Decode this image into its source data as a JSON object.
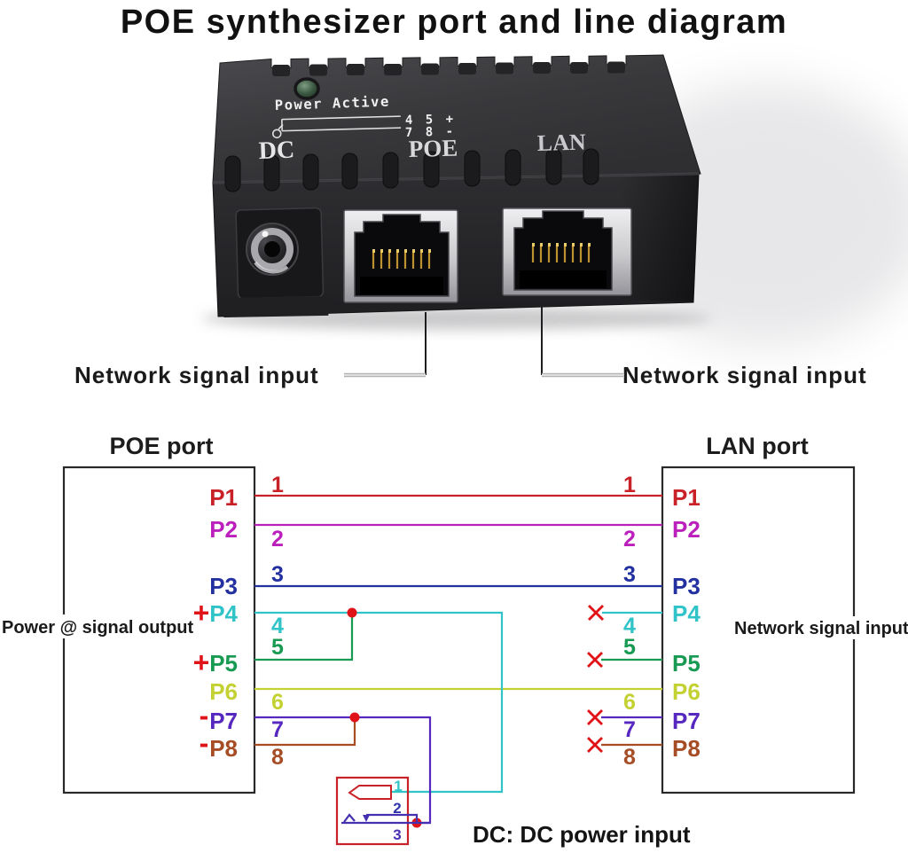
{
  "title": "POE synthesizer port and line diagram",
  "device": {
    "led_label": "Power Active",
    "pinout_line1": "4 5 +",
    "pinout_line2": "7 8 -",
    "dc_label": "DC",
    "poe_label": "POE",
    "lan_label": "LAN"
  },
  "callouts": {
    "left": "Network signal input",
    "right": "Network signal input"
  },
  "wiring": {
    "poe_box_title": "POE port",
    "lan_box_title": "LAN port",
    "left_note": "Power @ signal output",
    "right_note": "Network signal input",
    "dc_note": "DC: DC power input",
    "pins": [
      {
        "label": "P1",
        "wire": "1",
        "color": "#c92128",
        "polarity": "",
        "cut_on_lan": false
      },
      {
        "label": "P2",
        "wire": "2",
        "color": "#bc20bc",
        "polarity": "",
        "cut_on_lan": false
      },
      {
        "label": "P3",
        "wire": "3",
        "color": "#23309f",
        "polarity": "",
        "cut_on_lan": false
      },
      {
        "label": "P4",
        "wire": "4",
        "color": "#30c3c8",
        "polarity": "+",
        "cut_on_lan": true
      },
      {
        "label": "P5",
        "wire": "5",
        "color": "#189a52",
        "polarity": "+",
        "cut_on_lan": true
      },
      {
        "label": "P6",
        "wire": "6",
        "color": "#c3d133",
        "polarity": "",
        "cut_on_lan": false
      },
      {
        "label": "P7",
        "wire": "7",
        "color": "#5628c0",
        "polarity": "-",
        "cut_on_lan": true
      },
      {
        "label": "P8",
        "wire": "8",
        "color": "#a64d26",
        "polarity": "-",
        "cut_on_lan": true
      }
    ],
    "dc_connector": {
      "pin1": "1",
      "pin2": "2",
      "pin3": "3",
      "pin1_color": "#30c3c8",
      "pin2_color": "#2f35aa",
      "pin3_color": "#4b2fb3",
      "line_color": "#4530b0"
    },
    "colors": {
      "accent_red": "#e01318",
      "box_red": "#c92128",
      "box_outline": "#29292b"
    }
  }
}
